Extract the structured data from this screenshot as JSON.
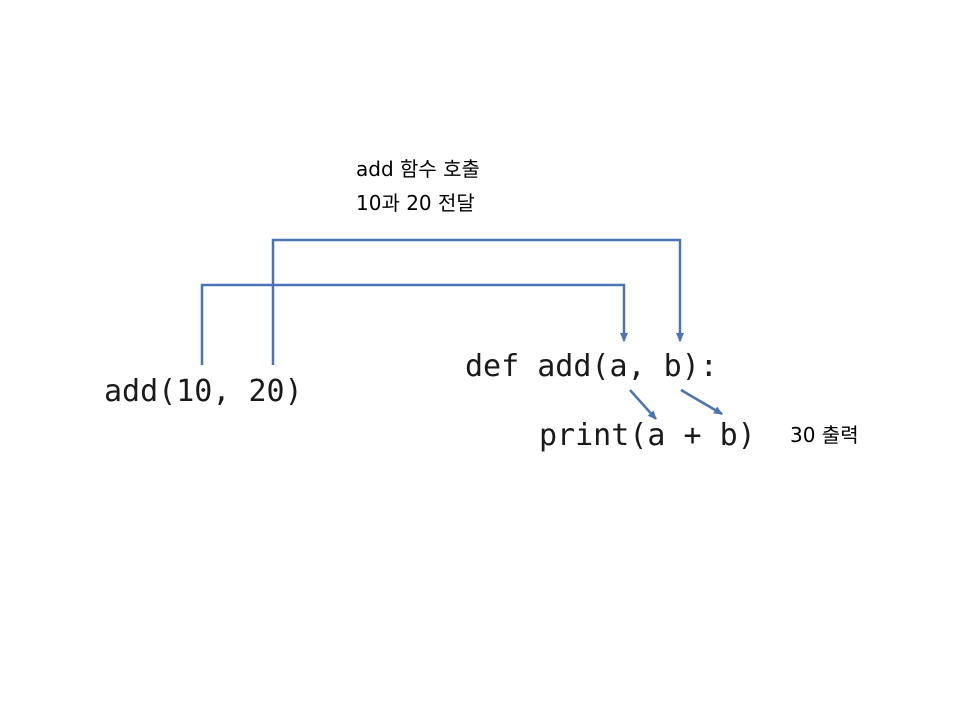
{
  "notes": {
    "call_line1": "add 함수 호출",
    "call_line2": "10과 20 전달",
    "result": "30 출력"
  },
  "code": {
    "call": "add(10, 20)",
    "def_line": "def add(a, b):",
    "print_line": "print(a + b)"
  },
  "colors": {
    "arrow": "#4a74b4",
    "text": "#000000"
  }
}
